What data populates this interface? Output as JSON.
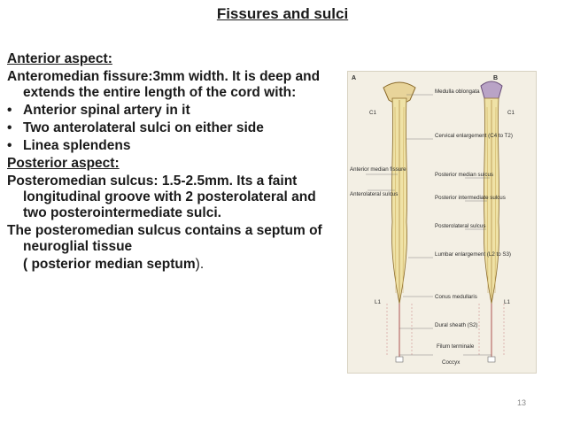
{
  "title": "Fissures and sulci",
  "anterior": {
    "heading": "Anterior aspect:",
    "intro": "Anteromedian fissure:3mm width. It is deep and extends the entire length of the cord with:",
    "bullets": [
      "Anterior spinal artery in it",
      "Two anterolateral sulci on either side",
      "Linea splendens"
    ]
  },
  "posterior": {
    "heading": "Posterior aspect:",
    "intro": "Posteromedian sulcus: 1.5-2.5mm. Its a faint longitudinal groove with 2 posterolateral and two posterointermediate sulci.",
    "contains": "The posteromedian sulcus contains a septum of neuroglial tissue",
    "septum": "( posterior median septum",
    "septum_end": ")."
  },
  "figure": {
    "panel_a": "A",
    "panel_b": "B",
    "c1_left": "C1",
    "c1_right": "C1",
    "l1_left": "L1",
    "l1_right": "L1",
    "medulla": "Medulla oblongata",
    "cervical": "Cervical enlargement (C4 to T2)",
    "anterior_median_fissure": "Anterior median fissure",
    "anterolateral_sulcus": "Anterolateral sulcus",
    "posterior_median_sulcus": "Posterior median sulcus",
    "posterior_intermediate_sulcus": "Posterior intermediate sulcus",
    "posterolateral_sulcus": "Posterolateral sulcus",
    "lumbar": "Lumbar enlargement (L2 to S3)",
    "conus": "Conus medullaris",
    "dural_sheath": "Dural sheath (S2)",
    "filum": "Filum terminale",
    "coccyx": "Coccyx"
  },
  "page_number": "13"
}
